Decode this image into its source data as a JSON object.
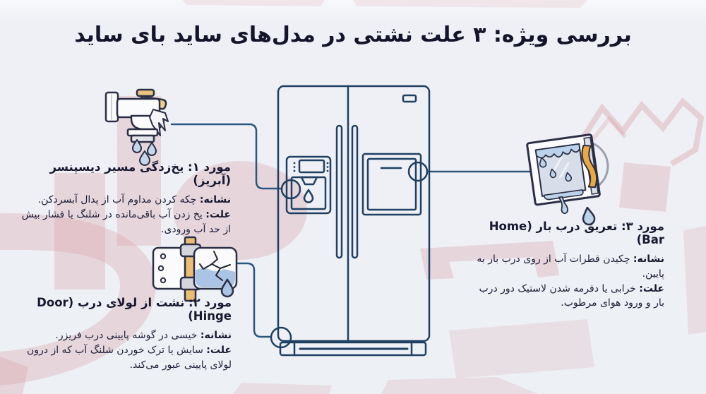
{
  "title": "بررسی ویژه: ۳ علت نشتی در مدل‌های ساید بای ساید",
  "callouts": [
    {
      "id": "۱",
      "icon": "frozen-dispenser-faucet-icon",
      "heading": "مورد ۱: یخ‌زدگی مسیر دیسپنسر (آبریز)",
      "lines": [
        {
          "prefix": "نشانه:",
          "text": "چکه کردن مداوم آب از پدال آبسردکن."
        },
        {
          "prefix": "علت:",
          "text": "یخ زدن آب باقی‌مانده در شلنگ یا فشار بیش"
        },
        {
          "prefix": "",
          "text": "از حد آب ورودی."
        }
      ]
    },
    {
      "id": "۲",
      "icon": "leaking-door-hinge-icon",
      "heading": "مورد ۲: نشت از لولای درب (Door Hinge)",
      "lines": [
        {
          "prefix": "نشانه:",
          "text": "خیسی در گوشه پایینی درب فریزر."
        },
        {
          "prefix": "علت:",
          "text": "سایش یا ترک خوردن شلنگ آب که از درون"
        },
        {
          "prefix": "",
          "text": "لولای پایینی عبور می‌کند."
        }
      ]
    },
    {
      "id": "۳",
      "icon": "sweating-home-bar-icon",
      "heading": "مورد ۳: تعریق درب بار (Home Bar)",
      "lines": [
        {
          "prefix": "نشانه:",
          "text": "چکیدن قطرات آب از روی درب بار به پایین."
        },
        {
          "prefix": "علت:",
          "text": "خرابی یا دفرمه شدن لاستیک دور درب"
        },
        {
          "prefix": "",
          "text": "بار و ورود هوای مرطوب."
        }
      ]
    }
  ],
  "illustration": {
    "subject": "side-by-side-refrigerator",
    "leak_points": [
      "dispenser",
      "bottom-door-hinge",
      "home-bar"
    ]
  },
  "colors": {
    "background": "#edf0f5",
    "fridge_outline": "#1f4062",
    "connector_line": "#2b5680",
    "title_text": "#14142b",
    "body_text": "#20203a",
    "watermark_pink": "#d89ca1",
    "icon_ink": "#2a2f45",
    "water_blue": "#b9cde5",
    "handle_tan": "#ecbe74",
    "gasket_orange": "#eaa83e"
  }
}
